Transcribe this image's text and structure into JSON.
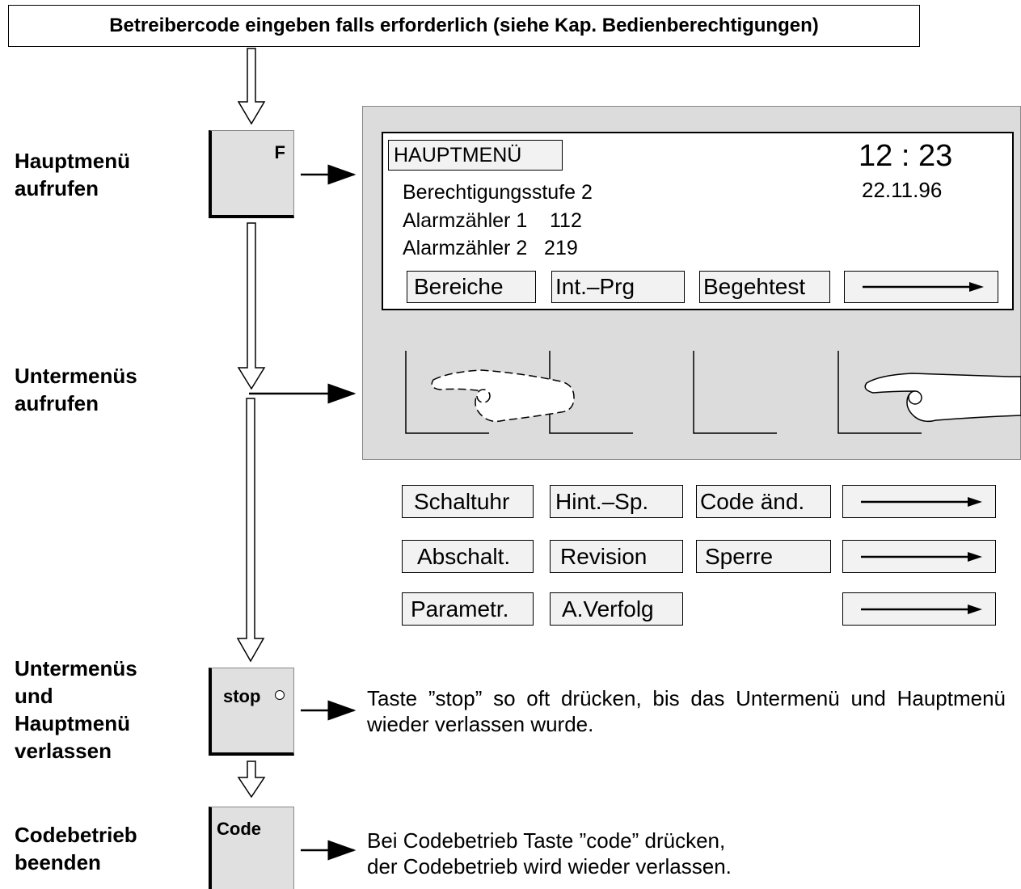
{
  "header": "Betreibercode eingeben falls erforderlich (siehe Kap. Bedienberechtigungen)",
  "steps": {
    "main_menu": "Hauptmenü\naufrufen",
    "submenus": "Untermenüs\naufrufen",
    "exit": "Untermenüs\nund\nHauptmenü\nverlassen",
    "end_code": "Codebetrieb\nbeenden"
  },
  "keys": {
    "f": "F",
    "stop": "stop",
    "code": "Code"
  },
  "screen": {
    "title": "HAUPTMENÜ",
    "time": "12 : 23",
    "date": "22.11.96",
    "line1": "Berechtigungsstufe 2",
    "line2": "Alarmzähler 1    112",
    "line3": "Alarmzähler 2   219",
    "softkeys": [
      "Bereiche",
      "Int.–Prg",
      "Begehtest"
    ]
  },
  "submenu_rows": [
    [
      "Schaltuhr",
      "Hint.–Sp.",
      "Code änd."
    ],
    [
      "Abschalt.",
      "Revision",
      "Sperre"
    ],
    [
      "Parametr.",
      "A.Verfolg"
    ]
  ],
  "descriptions": {
    "stop": "Taste ”stop” so oft drücken, bis das Untermenü und Hauptmenü wieder verlassen wurde.",
    "code_line1": "Bei Codebetrieb Taste ”code” drücken,",
    "code_line2": "der Codebetrieb wird wieder verlassen."
  },
  "colors": {
    "panel": "#dcdcdc",
    "key": "#e0e0e0",
    "softkey": "#f2f2f2"
  },
  "icons": [
    "pointing-hand-icon",
    "arrow-right-icon",
    "arrow-down-icon",
    "led-circle-icon"
  ]
}
